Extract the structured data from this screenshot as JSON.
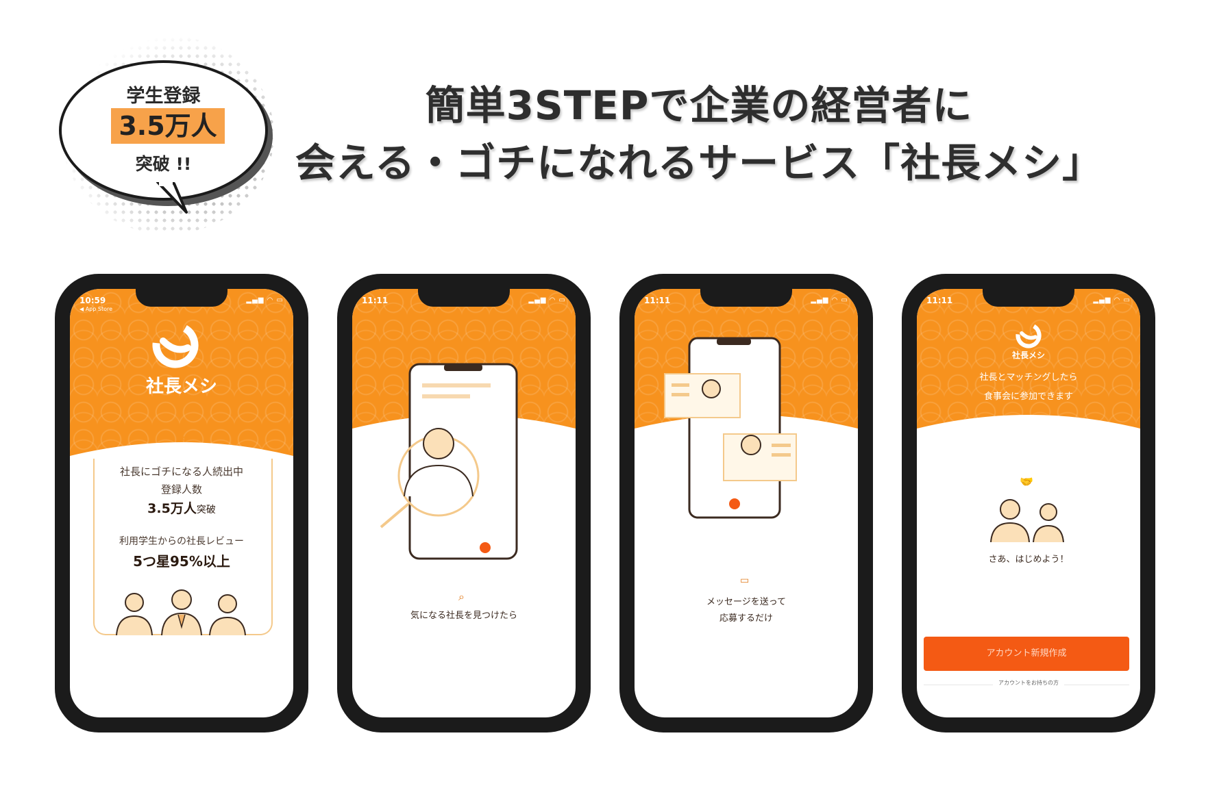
{
  "bubble": {
    "line1": "学生登録",
    "highlight": "3.5万人",
    "line3": "突破 !!"
  },
  "headline": {
    "line1": "簡単3STEPで企業の経営者に",
    "line2": "会える・ゴチになれるサービス「社長メシ」"
  },
  "colors": {
    "brand_orange": "#f7921e",
    "button_orange": "#f45a14",
    "bubble_highlight": "#f7a24a"
  },
  "phones": [
    {
      "status": {
        "time": "10:59",
        "back": "◀ App Store"
      },
      "logo_text": "社長メシ",
      "intro": "社長にゴチになる人続出中",
      "registrations_label": "登録人数",
      "registrations_value": "3.5万人",
      "registrations_suffix": "突破",
      "review_label": "利用学生からの社長レビュー",
      "review_value": "5つ星95%以上"
    },
    {
      "status": {
        "time": "11:11"
      },
      "icon": "search-icon",
      "caption": "気になる社長を見つけたら"
    },
    {
      "status": {
        "time": "11:11"
      },
      "icon": "message-icon",
      "caption_line1": "メッセージを送って",
      "caption_line2": "応募するだけ"
    },
    {
      "status": {
        "time": "11:11"
      },
      "logo_text": "社長メシ",
      "tagline_line1": "社長とマッチングしたら",
      "tagline_line2": "食事会に参加できます",
      "greeting": "さあ、はじめよう！",
      "create_account": "アカウント新規作成",
      "have_account": "アカウントをお持ちの方"
    }
  ]
}
